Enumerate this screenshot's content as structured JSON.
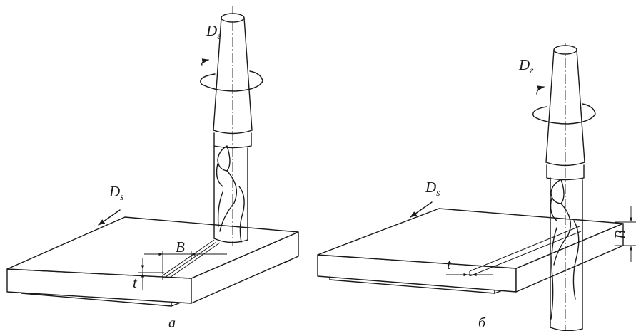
{
  "labels": {
    "left": {
      "rotation_main": "D",
      "rotation_sub": "г",
      "feed_main": "D",
      "feed_sub": "s",
      "width": "B",
      "depth": "t",
      "caption": "а"
    },
    "right": {
      "rotation_main": "D",
      "rotation_sub": "г",
      "feed_main": "D",
      "feed_sub": "s",
      "width": "B",
      "depth": "t",
      "caption": "б"
    }
  }
}
